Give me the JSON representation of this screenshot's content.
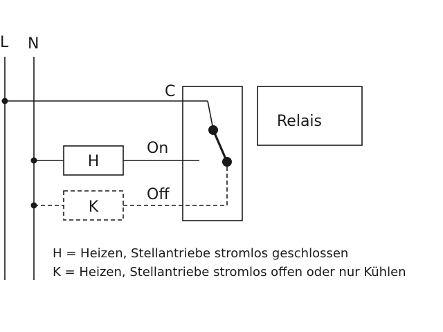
{
  "labels": {
    "phase": "L",
    "neutral": "N",
    "common": "C",
    "on": "On",
    "off": "Off",
    "heater": "H",
    "cooler": "K",
    "relay": "Relais"
  },
  "legend": {
    "line_h": "H = Heizen, Stellantriebe stromlos geschlossen",
    "line_k": "K = Heizen, Stellantriebe stromlos offen oder nur Kühlen"
  }
}
